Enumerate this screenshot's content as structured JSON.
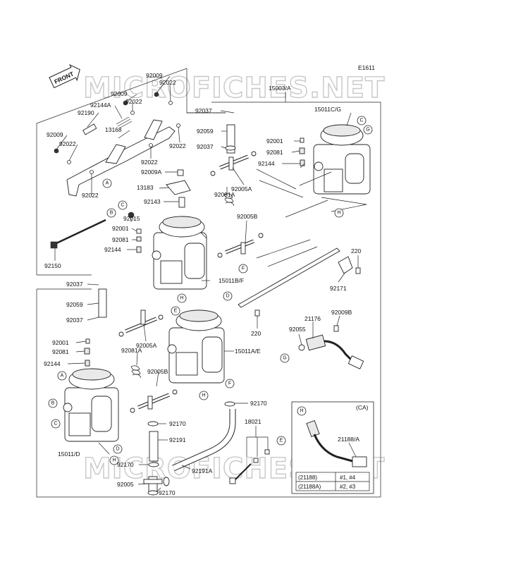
{
  "diagram_code": "E1611",
  "watermark": "MICROFICHES.NET",
  "front_label": "FRONT",
  "labels": {
    "l15003A": "15003/A",
    "l15011CG": "15011C/G",
    "l15011BF": "15011B/F",
    "l15011AE": "15011A/E",
    "l15011D": "15011/D",
    "l92009a": "92009",
    "l92022a": "92022",
    "l92009b": "92009",
    "l92144A": "92144A",
    "l92022b": "92022",
    "l92190": "92190",
    "l13168": "13168",
    "l92009c": "92009",
    "l92022c": "92022",
    "l92022d": "92022",
    "l92022e": "92022",
    "l92009A": "92009A",
    "l92022f": "92022",
    "l13183": "13183",
    "l92143": "92143",
    "l92015": "92015",
    "l92001a": "92001",
    "l92081a": "92081",
    "l92144a": "92144",
    "l92150": "92150",
    "l92037a": "92037",
    "l92059a": "92059",
    "l92037b": "92037",
    "l92081Aa": "92081A",
    "l92005Aa": "92005A",
    "l92005Ba": "92005B",
    "l92001b": "92001",
    "l92081b": "92081",
    "l92144b": "92144",
    "l220a": "220",
    "l92171": "92171",
    "l220b": "220",
    "l92037c": "92037",
    "l92059b": "92059",
    "l92037d": "92037",
    "l92005Ab": "92005A",
    "l92081Ab": "92081A",
    "l92001c": "92001",
    "l92081c": "92081",
    "l92144c": "92144",
    "l92005Bb": "92005B",
    "l92170a": "92170",
    "l92170b": "92170",
    "l92191": "92191",
    "l92170c": "92170",
    "l92191A": "92191A",
    "l92005": "92005",
    "l92170d": "92170",
    "l18021": "18021",
    "l92055": "92055",
    "l21176": "21176",
    "l92009B": "92009B",
    "l21188A": "21188/A"
  },
  "callouts": {
    "A1": "A",
    "B1": "B",
    "C1": "C",
    "C2": "C",
    "G1": "G",
    "H1": "H",
    "F1": "F",
    "D1": "D",
    "E1": "E",
    "H2": "H",
    "A2": "A",
    "B2": "B",
    "C3": "C",
    "D2": "D",
    "H3": "H",
    "F2": "F",
    "E2": "E",
    "G2": "G",
    "H4": "H"
  },
  "inset": {
    "title": "(CA)",
    "rows": [
      {
        "part": "(21188)",
        "cyl": "#1, #4"
      },
      {
        "part": "(21188A)",
        "cyl": "#2, #3"
      }
    ]
  }
}
